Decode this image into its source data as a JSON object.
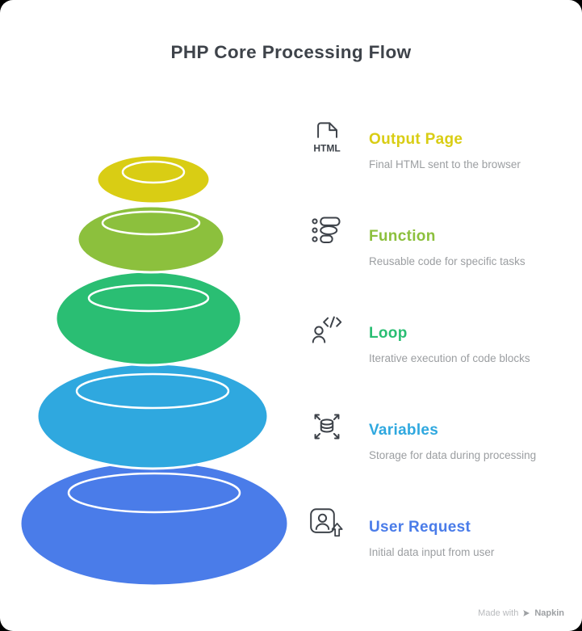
{
  "title": "PHP Core Processing Flow",
  "icon_color": "#3d4249",
  "description_color": "#9b9ea1",
  "levels": [
    {
      "label": "Output Page",
      "description": "Final HTML sent to the browser",
      "color": "#d9cd14",
      "icon": "html-file-icon"
    },
    {
      "label": "Function",
      "description": "Reusable code for specific tasks",
      "color": "#8cc03d",
      "icon": "function-list-icon"
    },
    {
      "label": "Loop",
      "description": "Iterative execution of code blocks",
      "color": "#2abe73",
      "icon": "loop-code-person-icon"
    },
    {
      "label": "Variables",
      "description": "Storage for data during processing",
      "color": "#2fa8df",
      "icon": "variables-database-icon"
    },
    {
      "label": "User Request",
      "description": "Initial data input from user",
      "color": "#4a7ce9",
      "icon": "user-request-icon"
    }
  ],
  "watermark": {
    "prefix": "Made with",
    "brand": "Napkin"
  }
}
